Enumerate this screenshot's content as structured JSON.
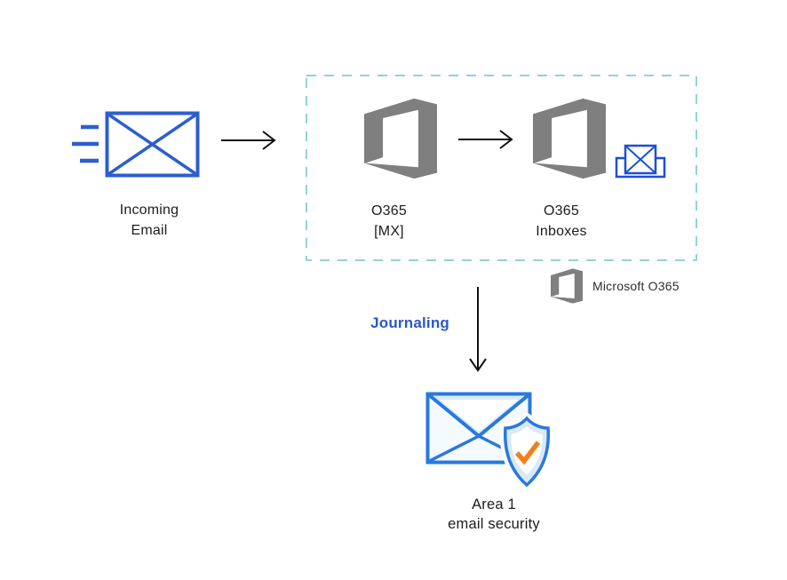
{
  "nodes": {
    "incoming_email": {
      "line1": "Incoming",
      "line2": "Email"
    },
    "o365_mx": {
      "line1": "O365",
      "line2": "[MX]"
    },
    "o365_inboxes": {
      "line1": "O365",
      "line2": "Inboxes"
    },
    "area1": {
      "line1": "Area 1",
      "line2": "email security"
    }
  },
  "labels": {
    "journaling": "Journaling",
    "legend": "Microsoft O365"
  },
  "icons": {
    "incoming": "envelope-with-speed-lines-icon",
    "o365": "office365-logo",
    "inboxes_extra": "inbox-tray-envelope-icon",
    "area1": "envelope-with-security-shield-check-icon",
    "flow": "right-arrow-icon, down-arrow-icon",
    "boundary": "dashed-teal-boundary-box"
  },
  "colors": {
    "blue": "#2d5ecf",
    "inbox_blue": "#1d4fd7",
    "office_gray": "#7f7f7f",
    "dash_border": "#8fd2e2",
    "journaling_blue": "#2b57c8",
    "area1_blue": "#2979dc",
    "area1_band": "#d9e9f7",
    "area1_fill": "#f4fafe",
    "check_orange": "#f08019",
    "arrow": "#111111",
    "ink": "#1c1c1c"
  }
}
